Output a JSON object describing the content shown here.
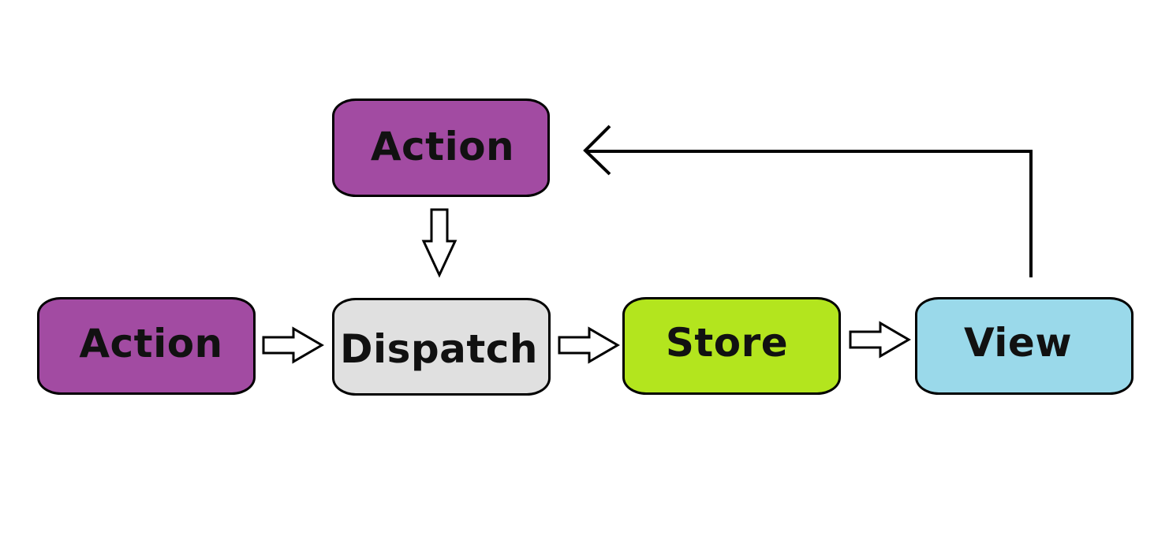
{
  "diagram": {
    "colors": {
      "background": "#ffffff",
      "stroke": "#000000",
      "text": "#111111"
    },
    "nodes": [
      {
        "id": "action-top",
        "label": "Action",
        "fill": "#a24ba2"
      },
      {
        "id": "action-left",
        "label": "Action",
        "fill": "#a24ba2"
      },
      {
        "id": "dispatch",
        "label": "Dispatch",
        "fill": "#e0e0e0"
      },
      {
        "id": "store",
        "label": "Store",
        "fill": "#b3e51e"
      },
      {
        "id": "view",
        "label": "View",
        "fill": "#9ad9ea"
      }
    ],
    "edges": [
      {
        "from": "action-left",
        "to": "dispatch",
        "style": "block-arrow"
      },
      {
        "from": "action-top",
        "to": "dispatch",
        "style": "block-arrow"
      },
      {
        "from": "dispatch",
        "to": "store",
        "style": "block-arrow"
      },
      {
        "from": "store",
        "to": "view",
        "style": "block-arrow"
      },
      {
        "from": "view",
        "to": "action-top",
        "style": "line-arrow"
      }
    ]
  }
}
